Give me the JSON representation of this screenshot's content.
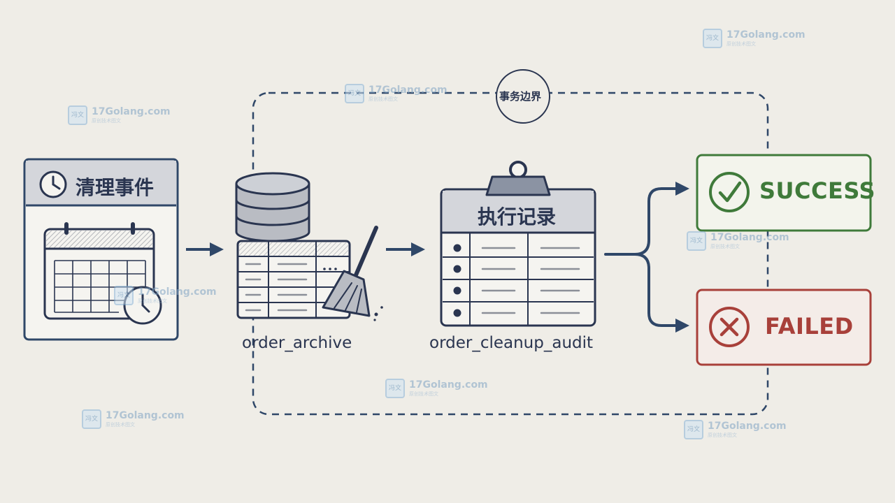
{
  "event_box": {
    "title": "清理事件",
    "icon": "clock-icon",
    "calendar_icon": "calendar-icon"
  },
  "archive_table": {
    "label": "order_archive",
    "icons": [
      "database-icon",
      "table-icon",
      "broom-icon"
    ]
  },
  "audit_clipboard": {
    "title": "执行记录",
    "label": "order_cleanup_audit",
    "icon": "clipboard-icon"
  },
  "transaction_boundary": {
    "label": "事务边界"
  },
  "outcomes": {
    "success": {
      "label": "SUCCESS",
      "icon": "check-icon",
      "color": "#3f7a3a"
    },
    "failed": {
      "label": "FAILED",
      "icon": "x-icon",
      "color": "#a8403a"
    }
  },
  "watermark": {
    "site": "17Golang.com",
    "sub": "原创技术图文",
    "logo": "冯文"
  },
  "colors": {
    "ink": "#2a3550",
    "background": "#efede7",
    "success": "#3f7a3a",
    "failed": "#a8403a"
  }
}
